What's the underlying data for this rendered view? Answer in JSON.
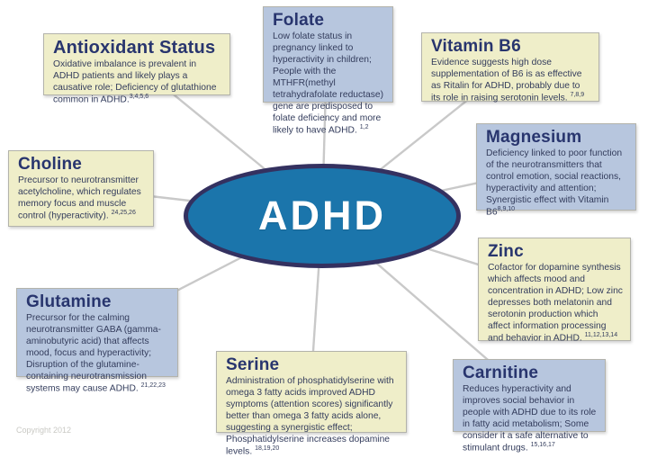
{
  "center": {
    "label": "ADHD"
  },
  "nodes": [
    {
      "id": "antioxidant-status",
      "variant": "yellow",
      "title": "Antioxidant Status",
      "body": "Oxidative imbalance is prevalent in ADHD patients and likely plays a causative role; Deficiency of glutathione common in ADHD.",
      "refs": "3,4,5,6"
    },
    {
      "id": "folate",
      "variant": "blue",
      "title": "Folate",
      "body": "Low folate status in pregnancy linked to hyperactivity in children; People with the MTHFR(methyl tetrahydrafolate reductase) gene are predisposed to folate deficiency and more likely to have ADHD.",
      "refs": "1,2"
    },
    {
      "id": "vitamin-b6",
      "variant": "yellow",
      "title": "Vitamin B6",
      "body": "Evidence suggests high dose supplementation of B6 is as effective as Ritalin for ADHD, probably due to its role in raising serotonin levels.",
      "refs": "7,8,9"
    },
    {
      "id": "magnesium",
      "variant": "blue",
      "title": "Magnesium",
      "body": "Deficiency linked to poor function of the neurotransmitters that control emotion, social reactions, hyperactivity and attention; Synergistic effect with Vitamin B6",
      "refs": "8,9,10"
    },
    {
      "id": "zinc",
      "variant": "yellow",
      "title": "Zinc",
      "body": "Cofactor for dopamine synthesis which affects mood and concentration in ADHD; Low zinc depresses both melatonin and serotonin production which affect information processing and behavior in ADHD.",
      "refs": "11,12,13,14"
    },
    {
      "id": "carnitine",
      "variant": "blue",
      "title": "Carnitine",
      "body": "Reduces hyperactivity and improves social behavior in people with ADHD due to its role in fatty acid metabolism; Some consider it a safe alternative to stimulant drugs.",
      "refs": "15,16,17"
    },
    {
      "id": "serine",
      "variant": "yellow",
      "title": "Serine",
      "body": "Administration of phosphatidylserine with omega 3 fatty acids improved ADHD symptoms (attention scores) significantly better than omega 3 fatty acids alone, suggesting a synergistic effect; Phosphatidylserine increases dopamine levels.",
      "refs": "18,19,20"
    },
    {
      "id": "glutamine",
      "variant": "blue",
      "title": "Glutamine",
      "body": "Precursor for the calming neurotransmitter GABA (gamma-aminobutyric acid) that affects mood, focus and hyperactivity; Disruption of the glutamine-containing neurotransmission systems may cause ADHD.",
      "refs": "21,22,23"
    },
    {
      "id": "choline",
      "variant": "yellow",
      "title": "Choline",
      "body": "Precursor to neurotransmitter acetylcholine, which regulates memory focus and muscle control (hyperactivity).",
      "refs": "24,25,26"
    }
  ],
  "footer": {
    "copyright": "Copyright 2012"
  },
  "colors": {
    "yellow_box": "#efeec9",
    "blue_box": "#b7c6de",
    "ellipse_fill": "#1b75ab",
    "ellipse_border": "#343160",
    "title_text": "#28356e",
    "body_text": "#333c5c",
    "connector": "#c9c9c9"
  }
}
